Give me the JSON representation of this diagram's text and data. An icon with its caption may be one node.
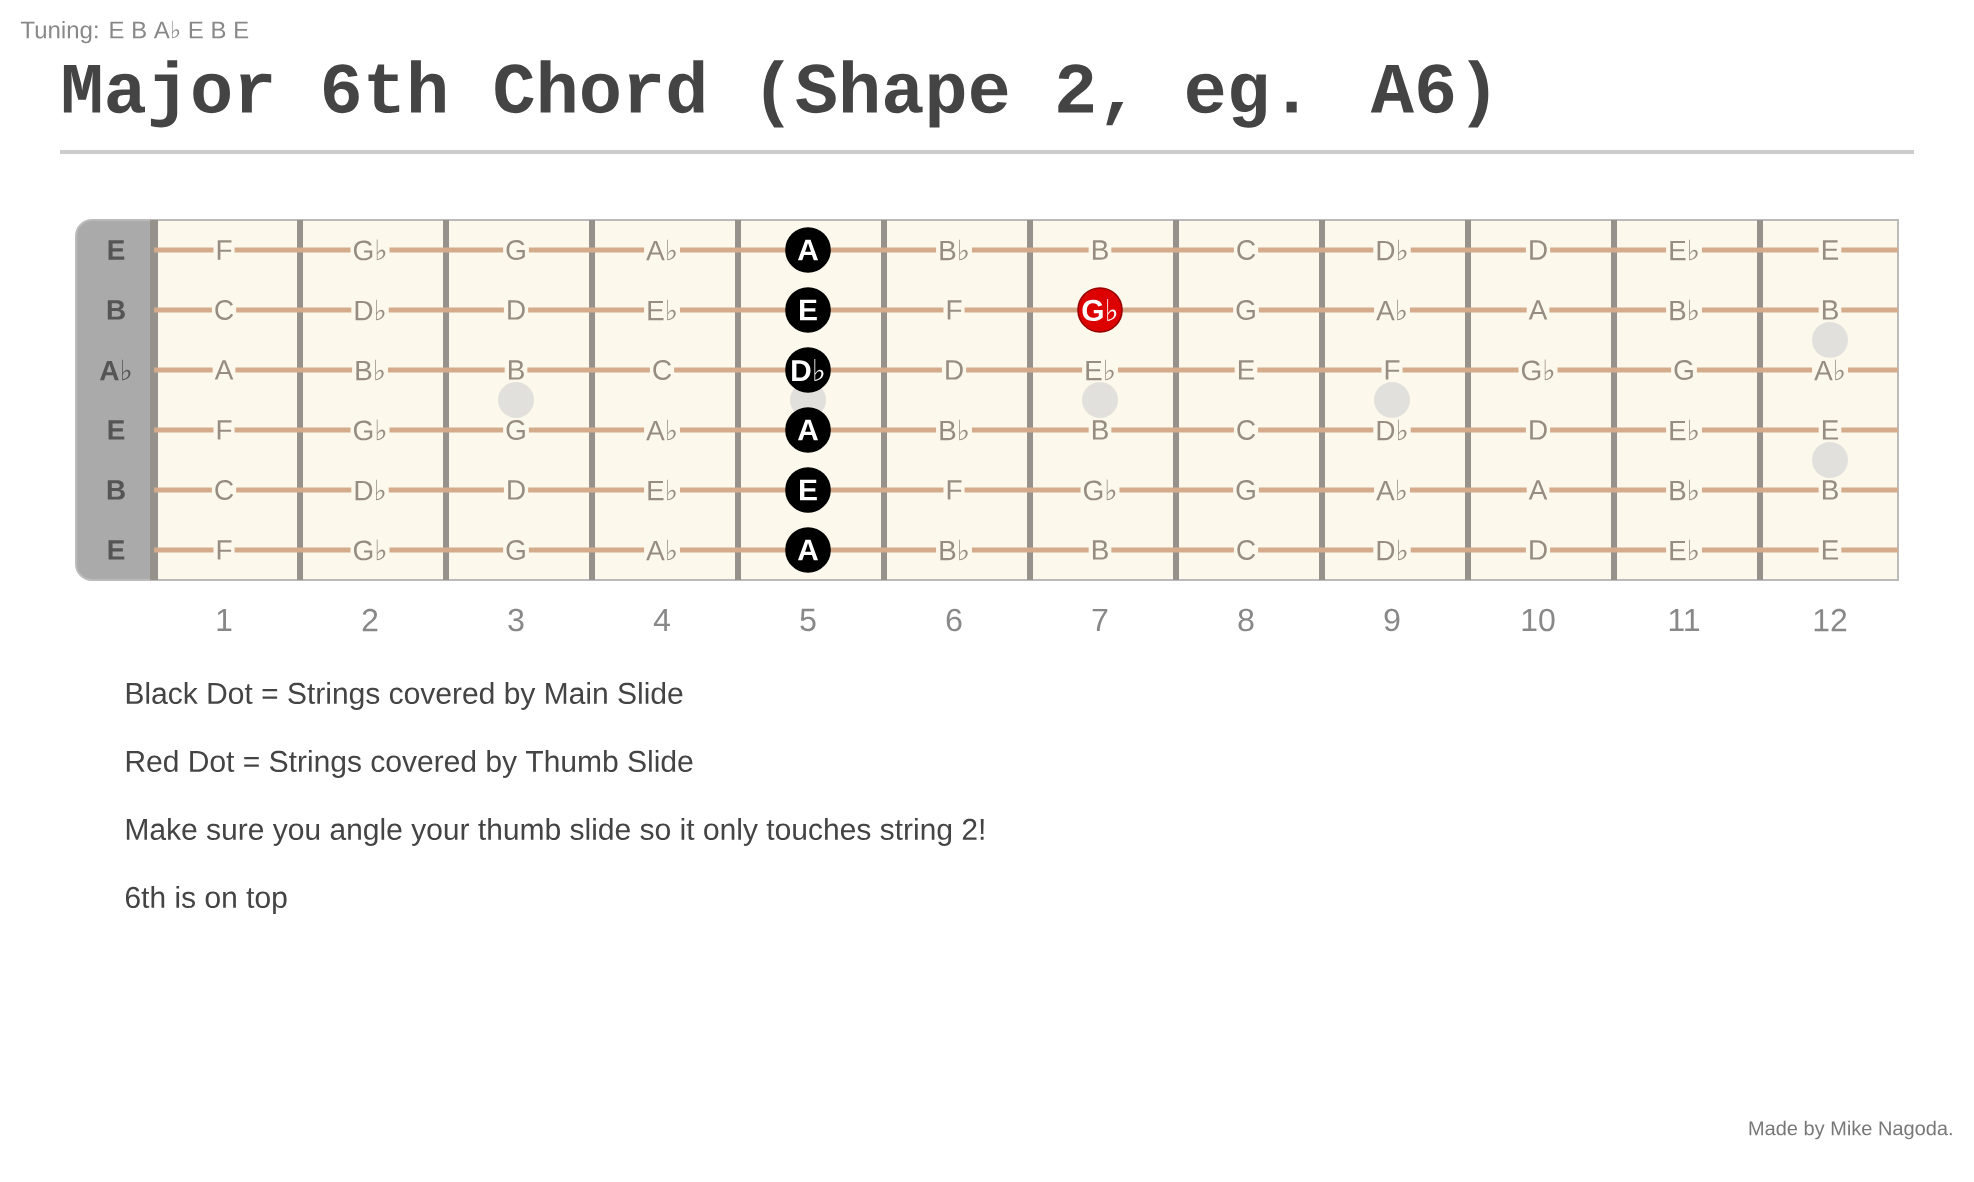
{
  "diagram": {
    "title": "Major 6th Chord (Shape 2, eg. A6)",
    "nodes": [
      {
        "text": [
          "A"
        ]
      },
      {
        "text": [
          "E"
        ]
      },
      {
        "text": [
          "G♭"
        ]
      },
      {
        "text": [
          "D♭"
        ]
      },
      {
        "text": [
          "A"
        ]
      },
      {
        "text": [
          "E"
        ]
      },
      {
        "text": [
          "A"
        ]
      }
    ],
    "labels": [
      "Tuning: E B A♭ E B E",
      "E",
      "F",
      "G♭",
      "G",
      "A♭",
      "B♭",
      "B",
      "C",
      "D♭",
      "D",
      "E♭",
      "E",
      "B",
      "C",
      "D♭",
      "D",
      "E♭",
      "F",
      "G",
      "A♭",
      "A",
      "B♭",
      "B",
      "A♭",
      "A",
      "B♭",
      "B",
      "C",
      "D",
      "E♭",
      "E",
      "F",
      "G♭",
      "G",
      "A♭",
      "E",
      "F",
      "G♭",
      "G",
      "A♭",
      "B♭",
      "B",
      "C",
      "D♭",
      "D",
      "E♭",
      "E",
      "B",
      "C",
      "D♭",
      "D",
      "E♭",
      "F",
      "G♭",
      "G",
      "A♭",
      "A",
      "B♭",
      "B",
      "E",
      "F",
      "G♭",
      "G",
      "A♭",
      "B♭",
      "B",
      "C",
      "D♭",
      "D",
      "E♭",
      "E",
      "1",
      "2",
      "3",
      "4",
      "5",
      "6",
      "7",
      "8",
      "9",
      "10",
      "11",
      "12",
      "Black Dot = Strings covered by Main Slide",
      "Red Dot = Strings covered by Thumb Slide",
      "Make sure you angle your thumb slide so it only touches string 2!",
      "6th is on top",
      "Made by Mike Nagoda."
    ]
  }
}
